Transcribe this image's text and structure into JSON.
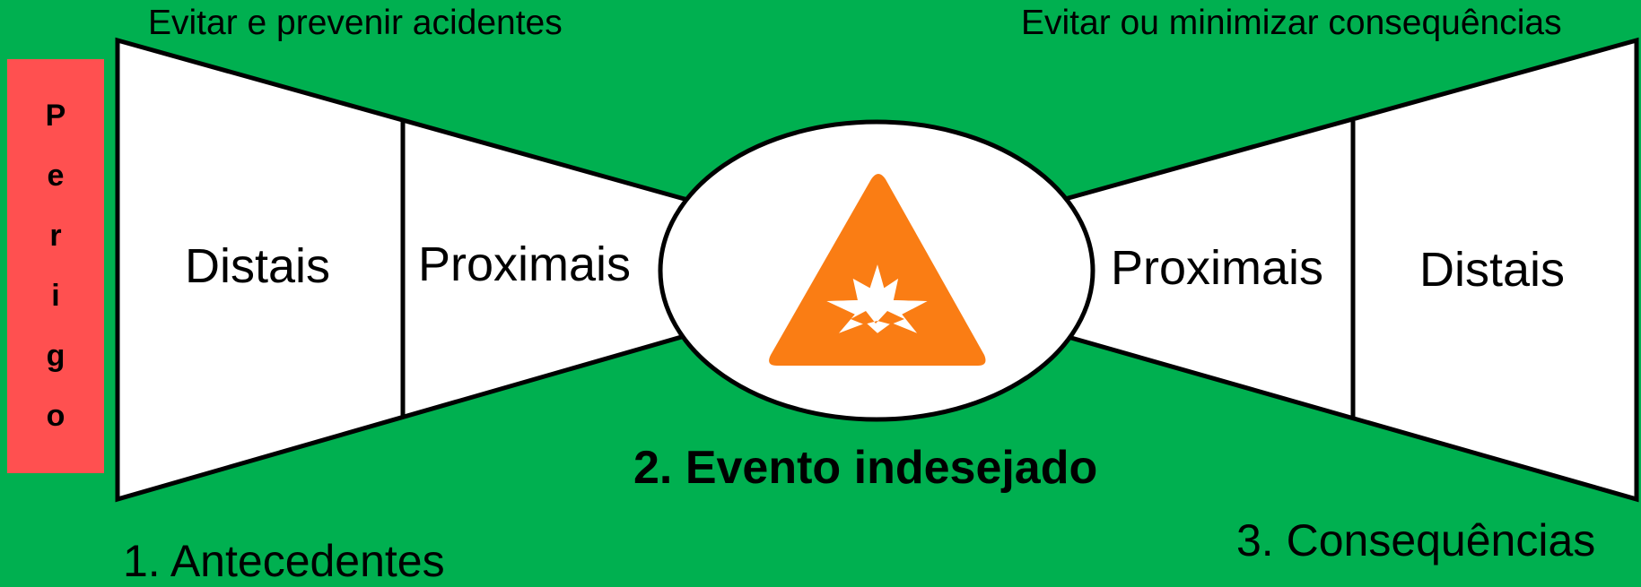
{
  "colors": {
    "background": "#00b050",
    "perigo_box": "#ff5050",
    "hazard_triangle": "#fa7d14",
    "shape_fill": "#ffffff",
    "outline": "#000000"
  },
  "captions": {
    "left": "Evitar e prevenir acidentes",
    "right": "Evitar ou minimizar consequências"
  },
  "perigo": {
    "letters": [
      "P",
      "e",
      "r",
      "i",
      "g",
      "o"
    ]
  },
  "left_wing": {
    "distal": "Distais",
    "proximal": "Proximais"
  },
  "right_wing": {
    "proximal": "Proximais",
    "distal": "Distais"
  },
  "center": {
    "icon": "explosion-warning-icon",
    "label": "2. Evento indesejado"
  },
  "footer": {
    "antecedentes": "1. Antecedentes",
    "consequencias": "3. Consequências"
  }
}
